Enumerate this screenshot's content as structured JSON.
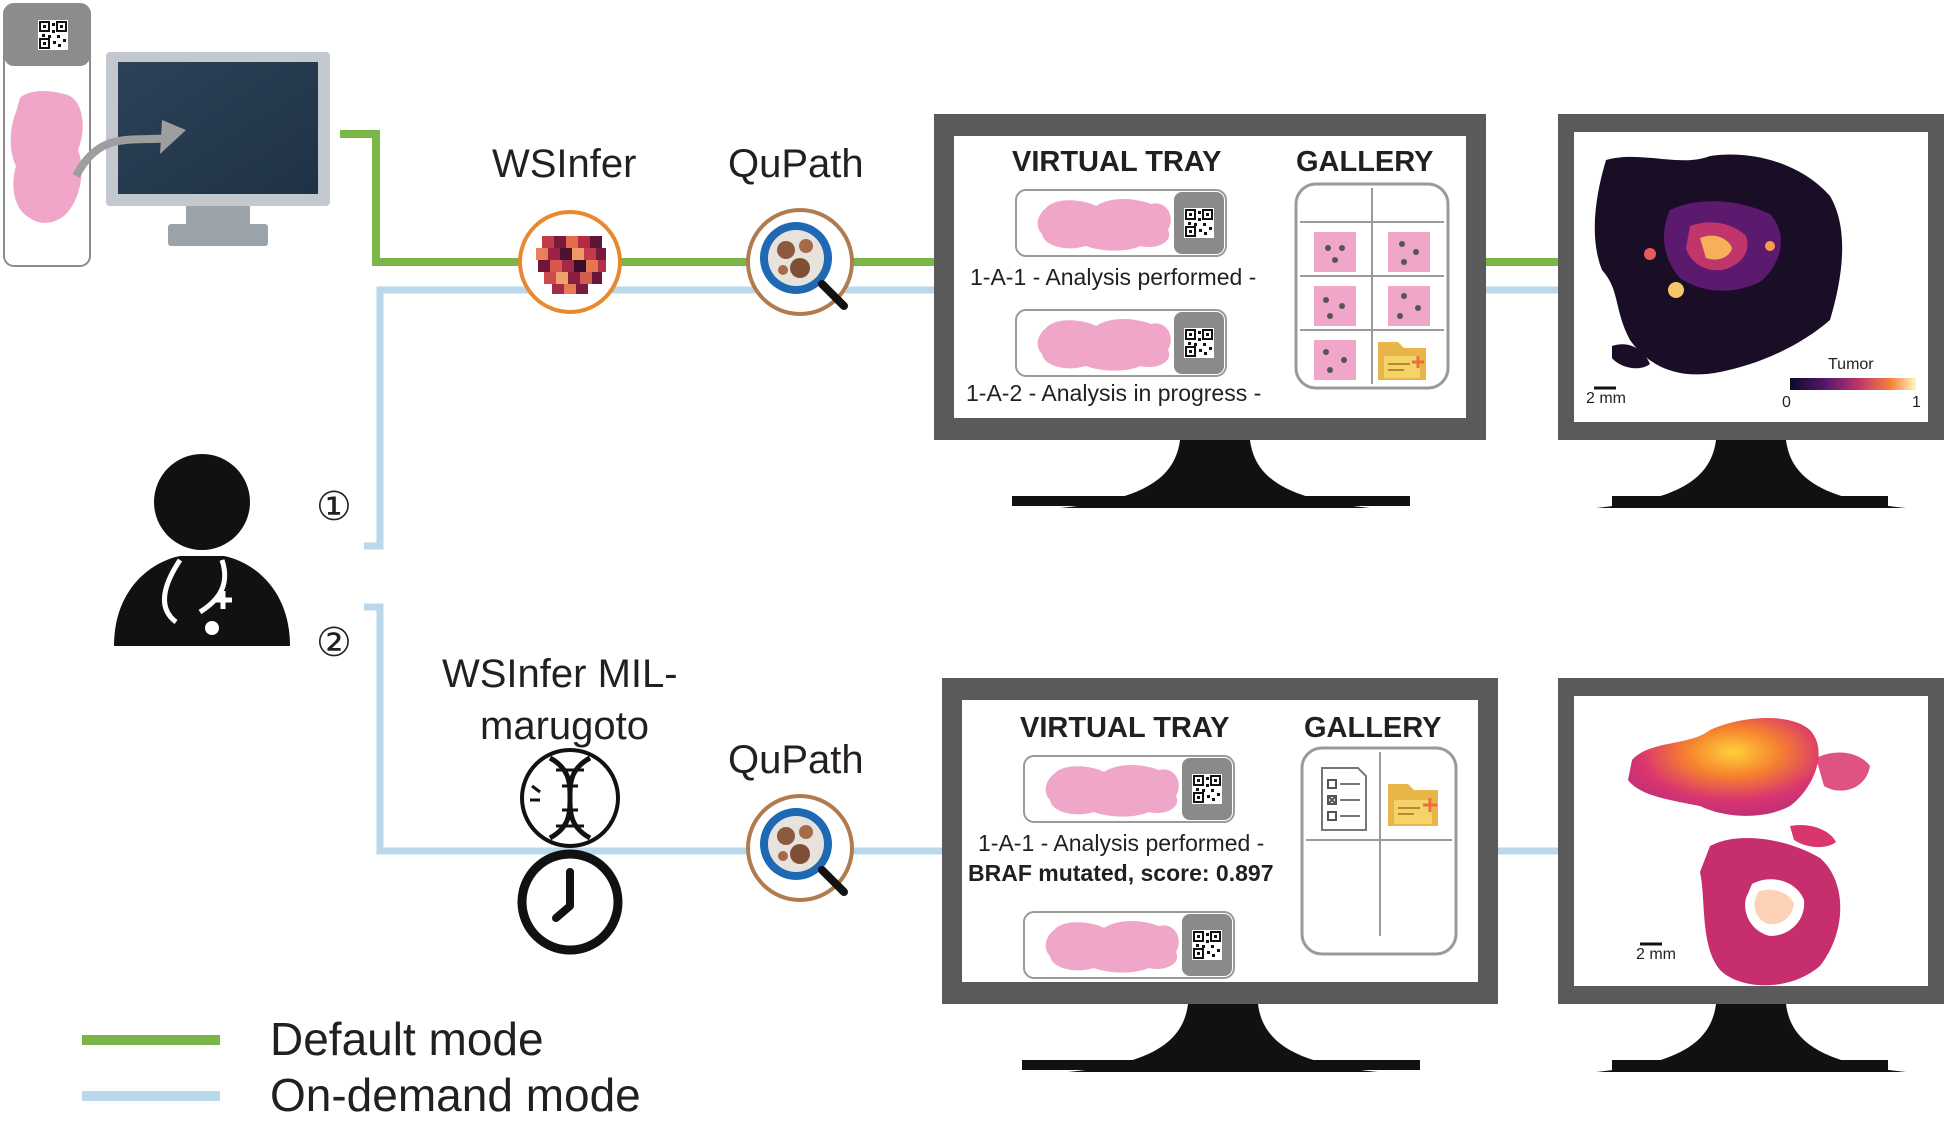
{
  "tools": {
    "wsinfer": "WSInfer",
    "qupath_top": "QuPath",
    "mil_line1": "WSInfer MIL-",
    "mil_line2": "marugoto",
    "qupath_bottom": "QuPath"
  },
  "workflow_numbers": {
    "one": "①",
    "two": "②"
  },
  "top_monitor": {
    "virtual_tray": "VIRTUAL TRAY",
    "gallery": "GALLERY",
    "slide1_caption": "1-A-1 - Analysis performed -",
    "slide2_caption": "1-A-2 - Analysis in progress -"
  },
  "bottom_monitor": {
    "virtual_tray": "VIRTUAL TRAY",
    "gallery": "GALLERY",
    "slide1_caption": "1-A-1 - Analysis performed -",
    "slide1_result": "BRAF mutated, score: 0.897"
  },
  "heatmap_top": {
    "scale": "2 mm",
    "colorbar_title": "Tumor",
    "colorbar_min": "0",
    "colorbar_max": "1"
  },
  "heatmap_bottom": {
    "scale": "2 mm"
  },
  "legend": {
    "default_mode": "Default mode",
    "on_demand_mode": "On-demand mode"
  },
  "colors": {
    "default_mode_line": "#7ab648",
    "on_demand_line": "#b9d8ea",
    "wsinfer_ring": "#e8892f",
    "qupath_ring": "#b07b4f",
    "monitor_frame": "#5a5a5a",
    "tissue_pink": "#f0a6c8"
  }
}
